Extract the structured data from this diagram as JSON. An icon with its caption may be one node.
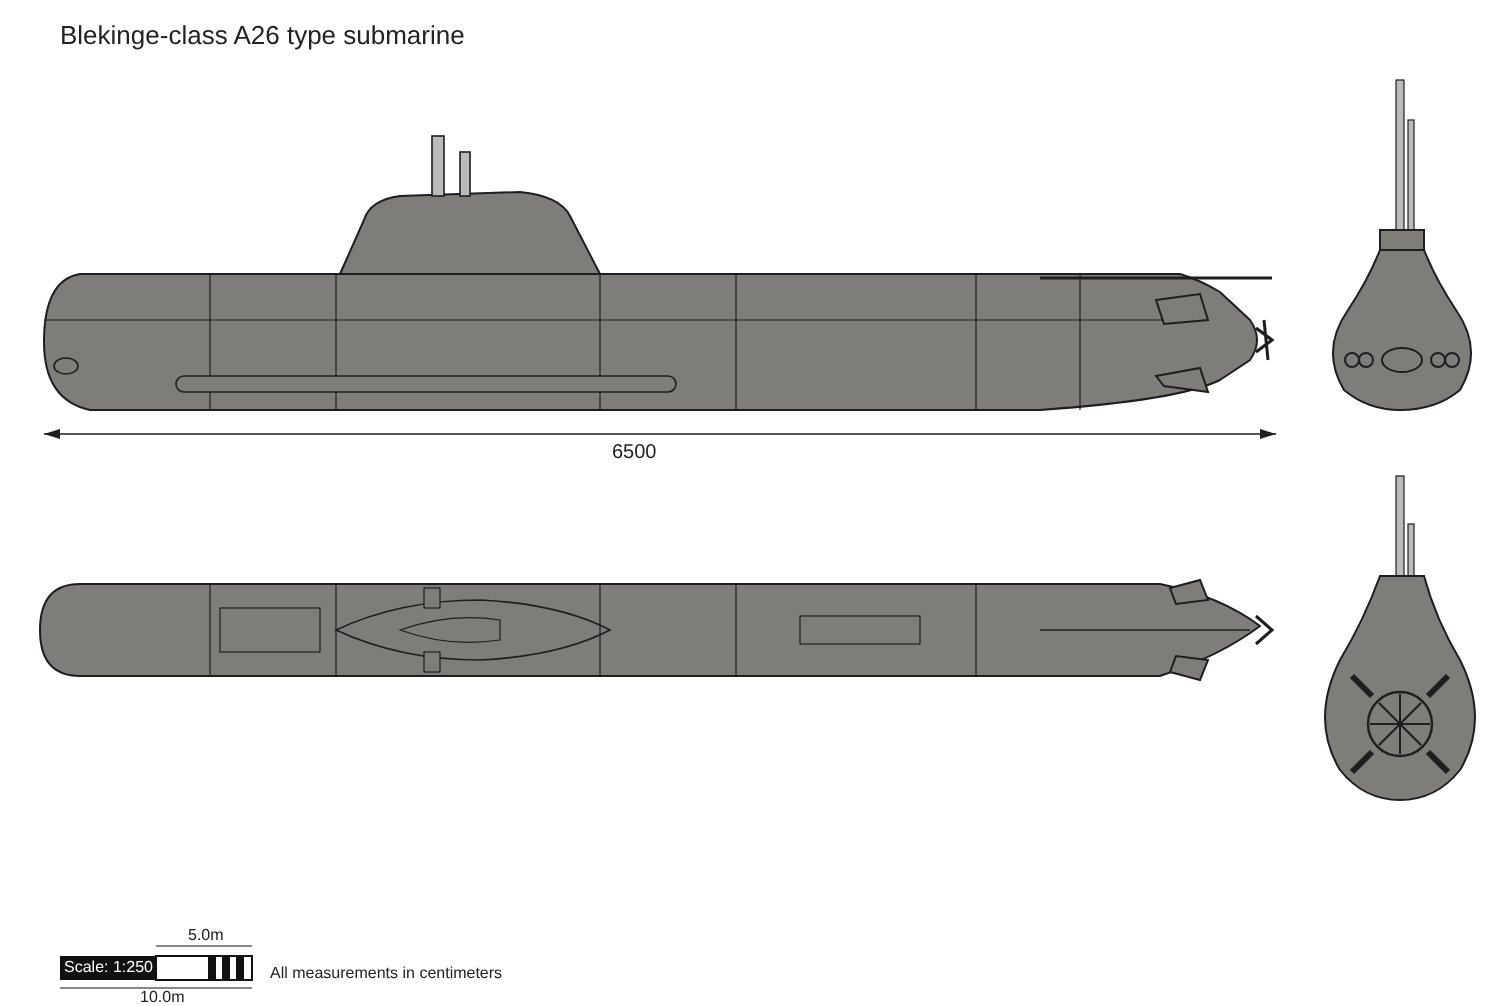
{
  "diagram": {
    "title": "Blekinge-class A26 type submarine",
    "labels": [
      "6500",
      "5.0m",
      "Scale: 1:250",
      "10.0m",
      "All measurements in centimeters"
    ]
  }
}
